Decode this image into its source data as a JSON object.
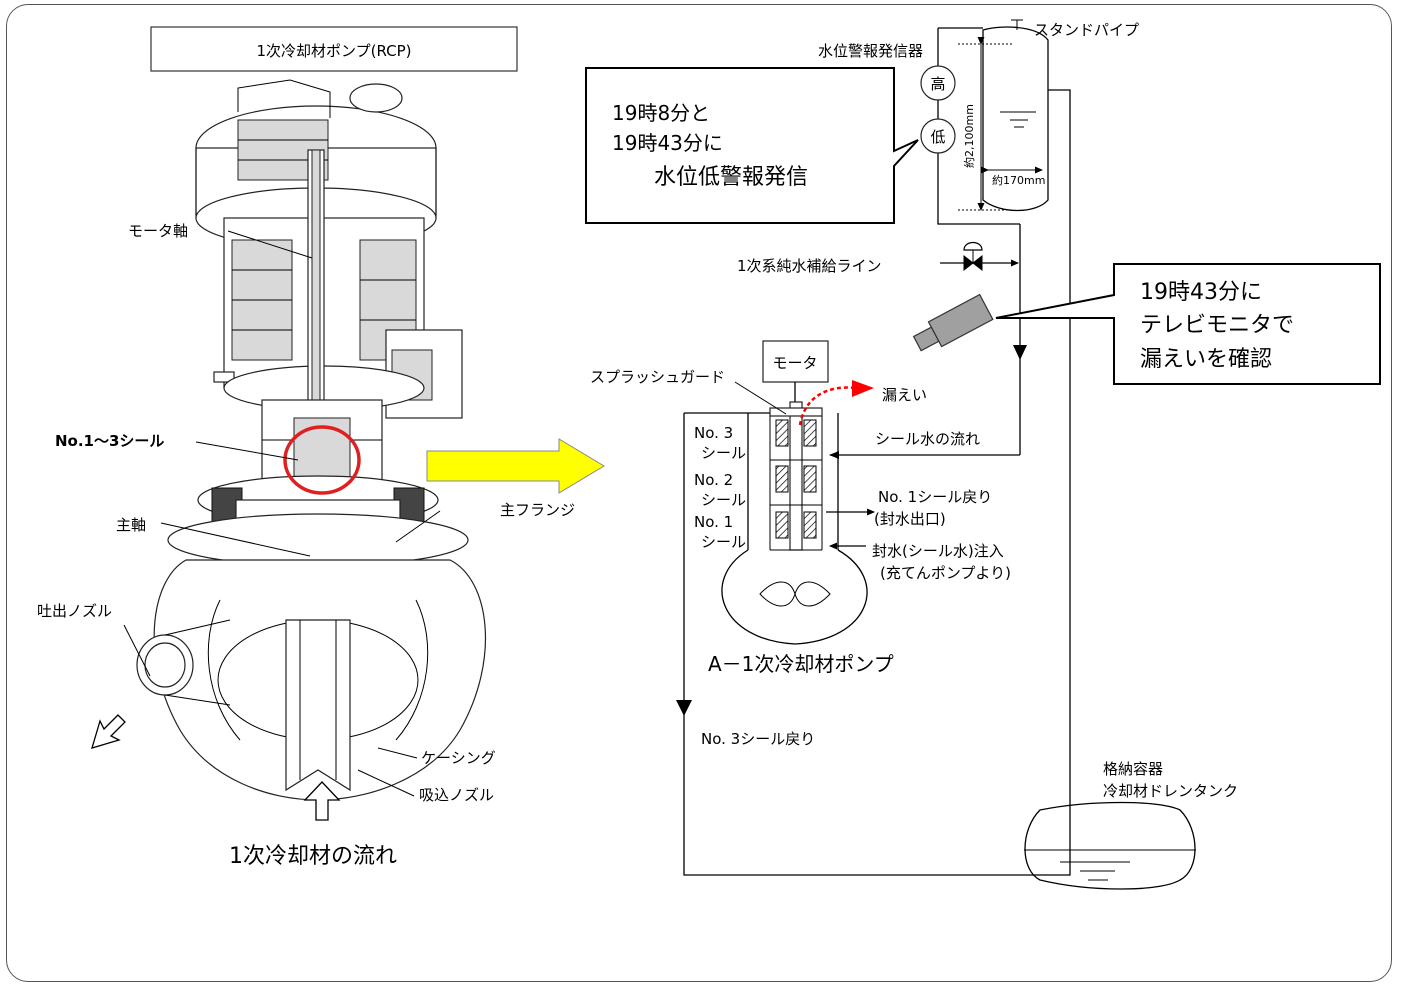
{
  "rcp": {
    "title": "1次冷却材ポンプ(RCP)",
    "motor_shaft": "モータ軸",
    "seals": "No.1～3シール",
    "main_shaft": "主軸",
    "main_flange": "主フランジ",
    "discharge_nozzle": "吐出ノズル",
    "casing": "ケーシング",
    "suction_nozzle": "吸込ノズル",
    "flow": "1次冷却材の流れ"
  },
  "stand_pipe": {
    "label": "スタンドパイプ",
    "alarm_device": "水位警報発信器",
    "high": "高",
    "low": "低",
    "height": "約2,100mm",
    "width": "約170mm"
  },
  "callout_alarm": {
    "line1": "19時8分と",
    "line2": "19時43分に",
    "line3": "水位低警報発信"
  },
  "callout_tv": {
    "line1": "19時43分に",
    "line2": "テレビモニタで",
    "line3": "漏えいを確認"
  },
  "schematic": {
    "makeup_line": "1次系純水補給ライン",
    "motor": "モータ",
    "splash_guard": "スプラッシュガード",
    "leak": "漏えい",
    "seal_flow": "シール水の流れ",
    "seal3": [
      "No. 3",
      "シール"
    ],
    "seal2": [
      "No. 2",
      "シール"
    ],
    "seal1": [
      "No. 1",
      "シール"
    ],
    "seal1_return": "No. 1シール戻り",
    "seal1_return_sub": "(封水出口)",
    "injection": "封水(シール水)注入",
    "injection_sub": "(充てんポンプより)",
    "pump_name": "A－1次冷却材ポンプ",
    "seal3_return": "No. 3シール戻り",
    "drain_tank_1": "格納容器",
    "drain_tank_2": "冷却材ドレンタンク"
  },
  "colors": {
    "arrow_yellow": "#ffff00",
    "leak_red": "#ff0000",
    "circle_red": "#e02020",
    "camera_gray": "#a0a0a0"
  }
}
